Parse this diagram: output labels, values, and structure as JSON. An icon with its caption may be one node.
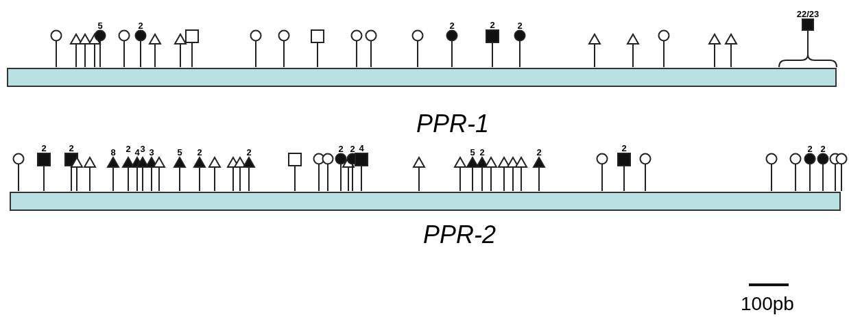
{
  "diagram": {
    "nodes": [
      {
        "text": [
          "PPR-1"
        ]
      },
      {
        "text": [
          "PPR-2"
        ]
      }
    ],
    "edges": [],
    "labels": [
      "5",
      "2",
      "2",
      "2",
      "2",
      "22/23",
      "2",
      "2",
      "8",
      "2",
      "4",
      "3",
      "3",
      "5",
      "2",
      "2",
      "2",
      "2",
      "4",
      "5",
      "2",
      "2",
      "2",
      "2",
      "2",
      "100pb"
    ]
  }
}
